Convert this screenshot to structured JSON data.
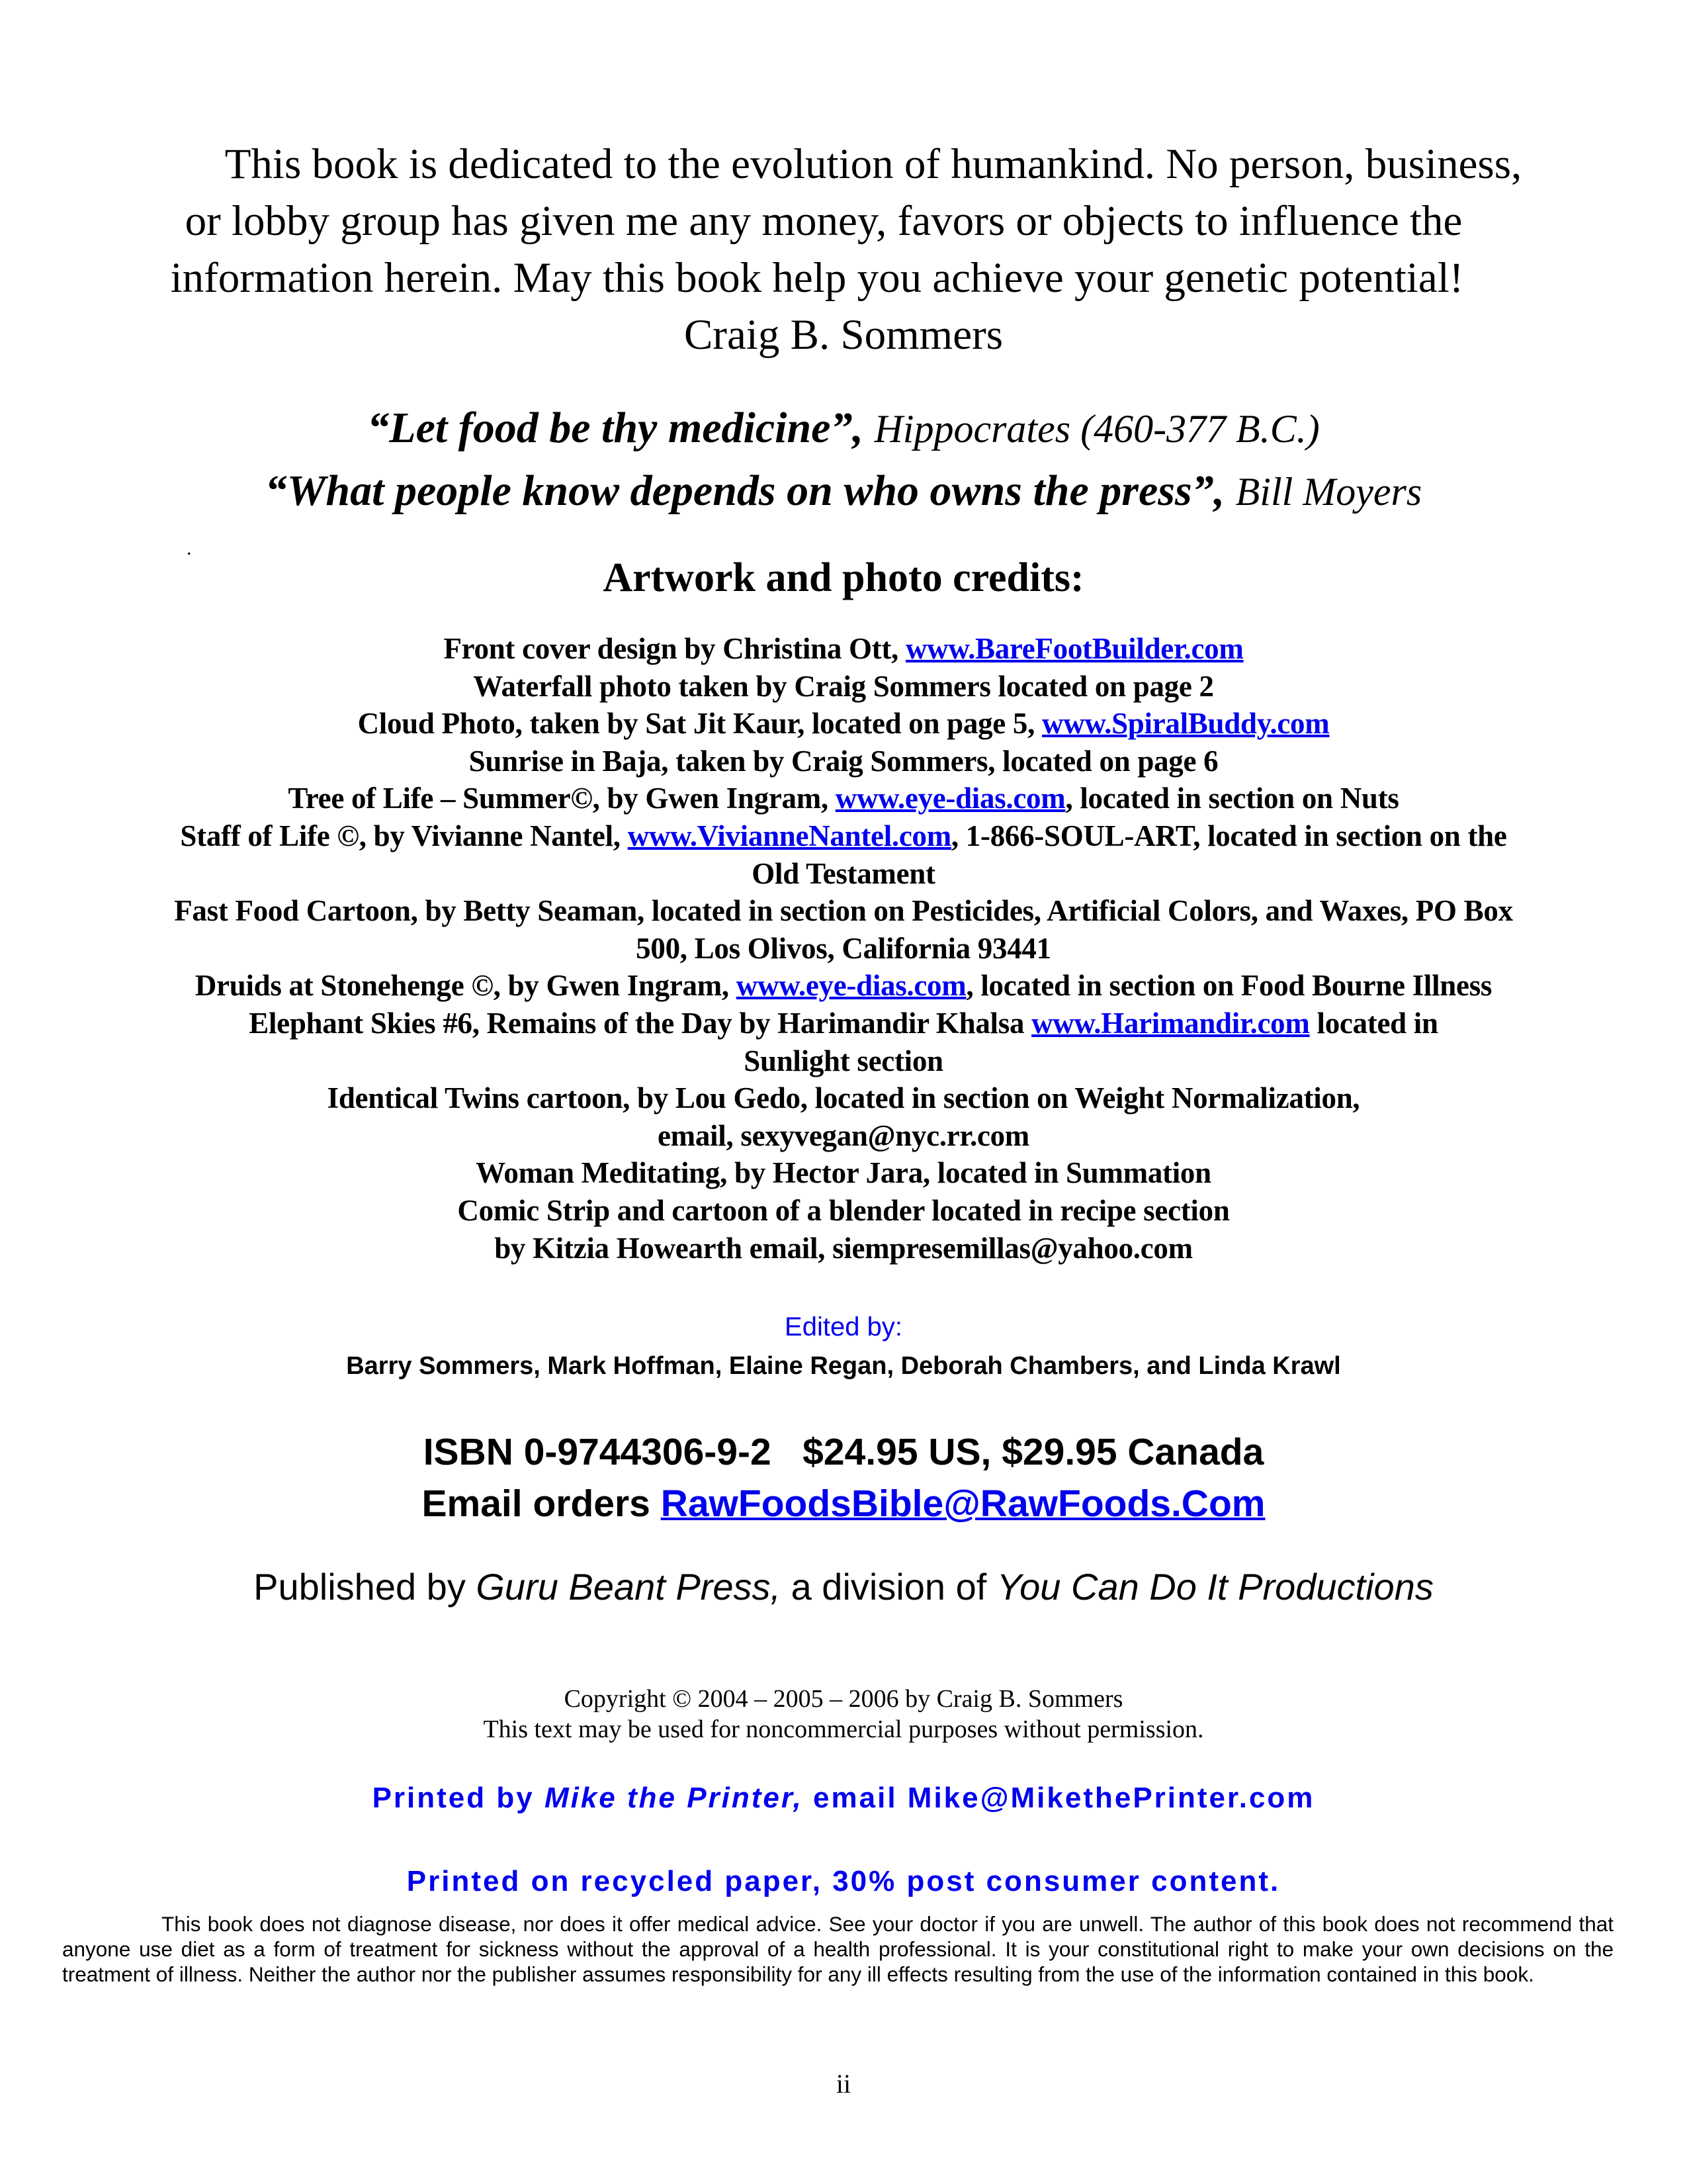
{
  "dedication": {
    "lines": [
      "This book is dedicated to the evolution of humankind. No person, business,",
      "or lobby group has given me any money, favors or objects to influence the",
      "information herein. May this book help you achieve your genetic potential!",
      "Craig B. Sommers"
    ]
  },
  "quotes": [
    {
      "text": "“Let food be thy medicine”,",
      "author": "Hippocrates (460-377 B.C.)"
    },
    {
      "text": "“What people know depends on who owns the press”,",
      "author": "Bill Moyers"
    }
  ],
  "stray_mark": ".",
  "credits": {
    "heading": "Artwork and photo credits:",
    "lines": [
      [
        {
          "text": "Front cover design by Christina Ott, "
        },
        {
          "text": "www.BareFootBuilder.com",
          "link": true
        }
      ],
      [
        {
          "text": "Waterfall photo taken by Craig Sommers located on page 2"
        }
      ],
      [
        {
          "text": "Cloud Photo, taken by Sat Jit Kaur, located on page 5, "
        },
        {
          "text": "www.SpiralBuddy.com",
          "link": true
        }
      ],
      [
        {
          "text": "Sunrise in Baja, taken by Craig Sommers, located on page 6"
        }
      ],
      [
        {
          "text": "Tree of Life – Summer©, by Gwen Ingram, "
        },
        {
          "text": "www.eye-dias.com",
          "link": true
        },
        {
          "text": ", located in section on Nuts"
        }
      ],
      [
        {
          "text": "Staff of Life ©, by Vivianne Nantel, "
        },
        {
          "text": "www.ViviannеNantel.com",
          "link": true
        },
        {
          "text": ", 1-866-SOUL-ART, located in section on the"
        }
      ],
      [
        {
          "text": "Old Testament"
        }
      ],
      [
        {
          "text": "Fast Food Cartoon, by Betty Seaman, located in section on Pesticides, Artificial Colors, and Waxes, PO Box"
        }
      ],
      [
        {
          "text": "500, Los Olivos, California 93441"
        }
      ],
      [
        {
          "text": "Druids at Stonehenge ©, by Gwen Ingram, "
        },
        {
          "text": "www.eye-dias.com",
          "link": true
        },
        {
          "text": ", located in section on Food Bourne Illness"
        }
      ],
      [
        {
          "text": "Elephant Skies #6, Remains of the Day by Harimandir Khalsa "
        },
        {
          "text": "www.Harimandir.com",
          "link": true
        },
        {
          "text": " located in"
        }
      ],
      [
        {
          "text": "Sunlight section"
        }
      ],
      [
        {
          "text": "Identical Twins cartoon, by Lou Gedo, located in section on Weight Normalization,"
        }
      ],
      [
        {
          "text": "email, sexyvegan@nyc.rr.com"
        }
      ],
      [
        {
          "text": "Woman Meditating, by Hector Jara, located in Summation"
        }
      ],
      [
        {
          "text": "Comic Strip and cartoon of a blender located in recipe section"
        }
      ],
      [
        {
          "text": "by Kitzia Howearth email, siempresemillas@yahoo.com"
        }
      ]
    ]
  },
  "editing": {
    "label": "Edited by:",
    "editors": "Barry Sommers, Mark Hoffman, Elaine Regan, Deborah Chambers, and Linda Krawl"
  },
  "ordering": {
    "isbn_line": "ISBN 0-9744306-9-2   $24.95 US, $29.95 Canada",
    "email_label": "Email orders ",
    "email": "RawFoodsBible@RawFoods.Com"
  },
  "publisher": {
    "prefix": "Published by ",
    "press": "Guru Beant Press,",
    "middle": " a division of ",
    "parent": "You Can Do It Productions"
  },
  "copyright": {
    "line1": "Copyright © 2004 – 2005 – 2006 by Craig B. Sommers",
    "line2": "This text may be used for noncommercial purposes without permission."
  },
  "printer": {
    "prefix": "Printed by ",
    "name": "Mike the Printer,",
    "suffix": " email Mike@MikethePrinter.com",
    "recycled": "Printed on recycled paper, 30% post consumer content."
  },
  "disclaimer": "This book does not diagnose disease, nor does it offer medical advice. See your doctor if you are unwell. The author of this book does not recommend that anyone use diet as a form of treatment for sickness without the approval of a health professional. It is your constitutional right to make your own decisions on the treatment of illness. Neither the author nor the publisher assumes responsibility for any ill effects resulting from the use of the information contained in this book.",
  "page_number": "ii",
  "colors": {
    "link": "#0000ee",
    "text": "#000000"
  }
}
